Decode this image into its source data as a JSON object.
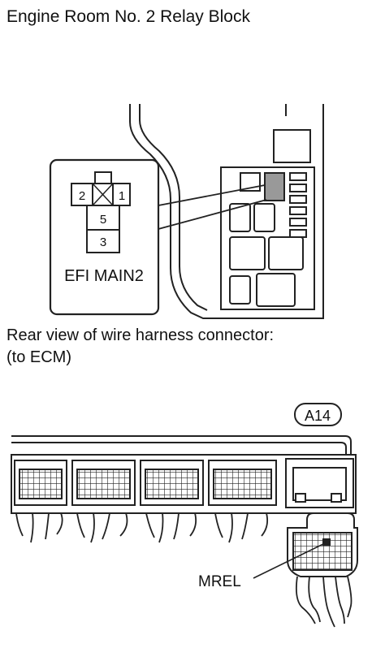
{
  "relay_block": {
    "title": "Engine Room No. 2 Relay Block",
    "relay_name": "EFI MAIN2",
    "pins": {
      "p2": "2",
      "p1": "1",
      "p5": "5",
      "p3": "3"
    }
  },
  "connector": {
    "caption_line1": "Rear view of wire harness connector:",
    "caption_line2": "(to ECM)",
    "id": "A14",
    "terminal_label": "MREL"
  }
}
